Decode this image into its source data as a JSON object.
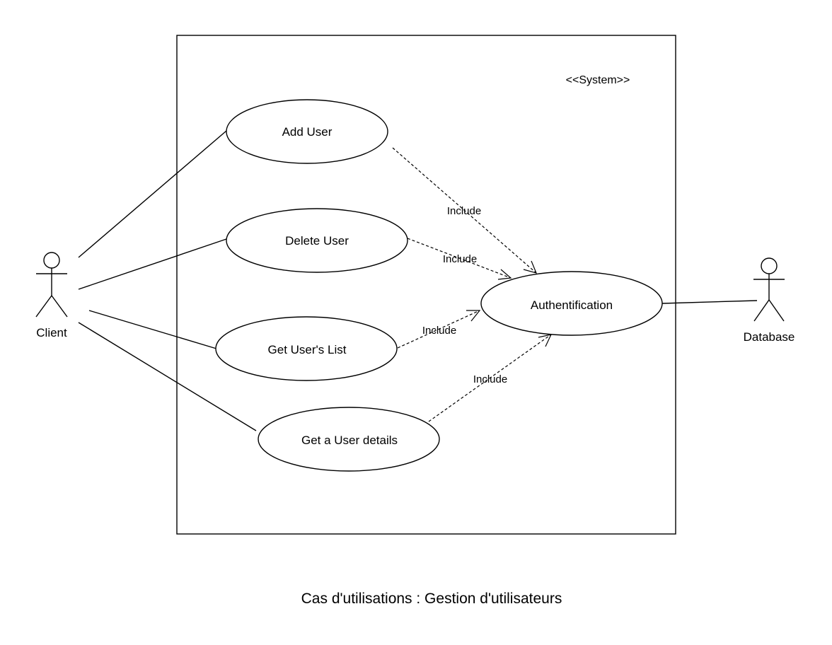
{
  "system": {
    "stereotype": "<<System>>"
  },
  "actors": {
    "client": "Client",
    "database": "Database"
  },
  "use_cases": {
    "add_user": "Add User",
    "delete_user": "Delete User",
    "get_users_list": "Get User's List",
    "get_user_details": "Get a User details",
    "authentification": "Authentification"
  },
  "relations": {
    "include_add": "Include",
    "include_delete": "Include",
    "include_list": "Include",
    "include_details": "Include"
  },
  "caption": "Cas d'utilisations : Gestion d'utilisateurs"
}
